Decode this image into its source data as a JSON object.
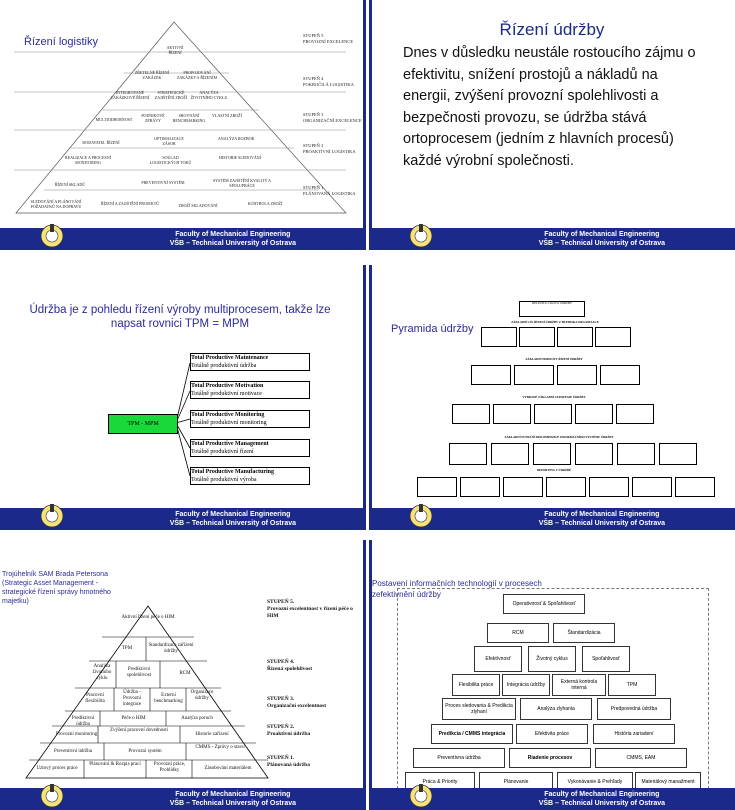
{
  "footer": {
    "line1": "Faculty of Mechanical Engineering",
    "line2": "VŠB – Technical University of Ostrava"
  },
  "slide1": {
    "title": "Řízení logistiky",
    "pyramid": [
      "AKTIVNÍ ŘÍZENÍ",
      "ZŘETELNÉ ŘÍZENÍ ZAKÁZEK",
      "PROPOJOVÁNÍ ZAKÁZKY S ŘÍZENÍM",
      "INTEGROVANÉ ZAKÁZKOVÉ ŘÍZENÍ",
      "STRATEGICKÉ ZAJIŠTĚNÍ ZBOŽÍ",
      "ANALÝZA ŽIVOTNÍHO CYKLU",
      "MULTIODBORNOST",
      "PODNIKOVÉ ZPRÁVY",
      "SROVNÁNÍ BENCHMARKING",
      "VLASTNÍ ZBOŽÍ",
      "DODAVATEL ŘÍZENÍ",
      "OPTIMALIZACE ZÁSOB",
      "ANALÝZA ROZBOR",
      "REALIZACE A PROCESNÍ MONITORING",
      "SOULAD LOGISTICKÝCH TOKŮ",
      "HISTORIE SLEDOVÁNÍ",
      "ŘÍZENÍ SKLADŮ",
      "PREVENTIVNÍ SYSTÉM",
      "SYSTÉM ZAJIŠTĚNÍ KVALITY A SPOLUPRÁCE",
      "SLEDOVÁNÍ A PLÁNOVÁNÍ POŽADAVKŮ NA DOPRAVU",
      "ŘÍZENÍ A ZAJIŠTĚNÍ PROJEKTŮ",
      "ZBOŽÍ SKLADOVÁNÍ",
      "KONTROLA ZBOŽÍ"
    ],
    "stages": [
      {
        "line1": "STUPEŇ 5",
        "line2": "PROVOZNÍ EXCELENCE"
      },
      {
        "line1": "STUPEŇ 4",
        "line2": "POKROČILÁ LOGISTIKA"
      },
      {
        "line1": "STUPEŇ 3",
        "line2": "ORGANIZAČNÍ EXCELENCE"
      },
      {
        "line1": "STUPEŇ 2",
        "line2": "PROAKTIVNÍ LOGISTIKA"
      },
      {
        "line1": "STUPEŇ 1",
        "line2": "PLÁNOVANÁ LOGISTIKA"
      }
    ]
  },
  "slide2": {
    "title": "Řízení údržby",
    "body": "Dnes v důsledku neustále rostoucího zájmu o efektivitu, snížení prostojů a nákladů na energii, zvýšení provozní spolehlivosti a bezpečnosti provozu, se údržba stává ortoprocesem (jedním z hlavních procesů) každé výrobní společnosti."
  },
  "slide3": {
    "title": "Údržba je z pohledu řízení výroby multiprocesem, takže lze napsat rovnici TPM = MPM",
    "center": "TPM - MPM",
    "items": [
      {
        "en": "Total Productive Maintenance",
        "cz": "Totálně produktivní údržba"
      },
      {
        "en": "Total Productive Motivation",
        "cz": "Totálně produktivní motivace"
      },
      {
        "en": "Total Productive Monitoring",
        "cz": "Totálně produktivní monitoring"
      },
      {
        "en": "Total Productive Management",
        "cz": "Totálně produktivní řízení"
      },
      {
        "en": "Total Productive Manufacturing",
        "cz": "Totálně produktivní výroba"
      }
    ]
  },
  "slide4": {
    "title": "Pyramida údržby",
    "top": "DŮLEŽITÁ CÍLOVÁ ÚDRŽBY",
    "sections": [
      "ZÁKLADNÍ CÍL ŘÍZENÍ ÚDRŽBY Z HLEDISKA ORGANIZACE",
      "ZÁKLADNÍ HODNOTY ŘÍZENÍ ÚDRŽBY",
      "VYBRANÉ ZÁKLADNÍ STRATEGIE ÚDRŽBY",
      "ZÁKLADNÍ FUNKČNÍ DEKOMPOZICE INFORMAČNÍHO SYSTÉMU ÚDRŽBY",
      "REPORTING V ÚDRŽBĚ"
    ]
  },
  "slide5": {
    "title": "Trojúhelník SAM Brada Petersona (Strategic Asset Management - strategické řízení správy hmotného majetku)",
    "cells": [
      "Aktivní řízení péče o HIM",
      "TPM",
      "Standardizace zařízení údržby",
      "Analýza životního cyklu",
      "Prediktivní spolehlivost",
      "RCM",
      "Pracovní flexibilita",
      "Údržba - Provozní integrace",
      "Externí benchmarking",
      "Organizace údržby",
      "Prediktivní údržba",
      "Péče o HIM",
      "Analýza poruch",
      "Provozní monitoring",
      "Zvýšení pracovní dovednosti",
      "Historie zařízení",
      "Preventivní údržba",
      "Provozní systém",
      "CMMS - Zprávy o stavu",
      "Uzlový proces práce",
      "Plánování & Rozpis prací",
      "Provozní práce, Prohlídky",
      "Zásobování materiálem"
    ],
    "stages": [
      {
        "line1": "STUPEŇ 5.",
        "line2": "Provozní excelentnost v řízení péče o HIM"
      },
      {
        "line1": "STUPEŇ 4.",
        "line2": "Řízená spolehlivost"
      },
      {
        "line1": "STUPEŇ 3.",
        "line2": "Organizační excelentnost"
      },
      {
        "line1": "STUPEŇ 2.",
        "line2": "Proaktivní údržba"
      },
      {
        "line1": "STUPEŇ 1.",
        "line2": "Plánovaná údržba"
      }
    ]
  },
  "slide6": {
    "title": "Postavení informačních technologií v procesech zefektivnění údržby",
    "rows": [
      [
        "Operativnosť & Spoľahlivosť"
      ],
      [
        "RCM",
        "Štandardizácia"
      ],
      [
        "Efektívnosť",
        "Životný cyklus",
        "Spoľahlivosť"
      ],
      [
        "Flexibilita práce",
        "Integrácia údržby",
        "Externá kontrola interná",
        "TPM"
      ],
      [
        "Proces sledovania & Predikcia zlyhaní",
        "Analýza zlyhania",
        "Predpovedná údržba"
      ],
      [
        "Predikcia / CMMS integrácia",
        "Efektivita práce",
        "História zariadení"
      ],
      [
        "Preventívna údržba",
        "Riadenie procesov",
        "CMMS, EAM"
      ],
      [
        "Práca & Priority",
        "Plánovanie",
        "Vykonávanie & Prehľady",
        "Materiálový manažment"
      ]
    ]
  }
}
